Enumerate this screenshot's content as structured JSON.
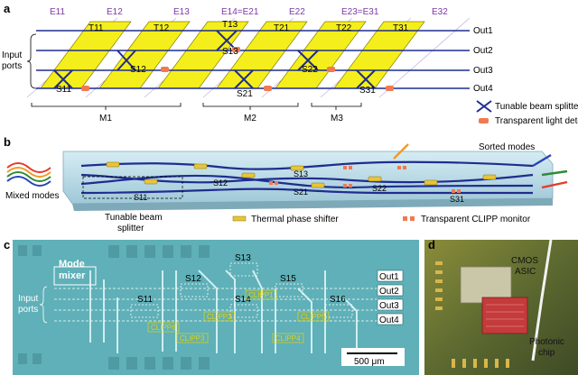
{
  "panel_a": {
    "letter": "a",
    "e_labels": [
      "E11",
      "E12",
      "E13",
      "E14=E21",
      "E22",
      "E23=E31",
      "E32"
    ],
    "t_labels": [
      "T11",
      "T12",
      "T13",
      "T21",
      "T22",
      "T31"
    ],
    "s_labels": [
      "S11",
      "S12",
      "S13",
      "S21",
      "S22",
      "S31"
    ],
    "outputs": [
      "Out1",
      "Out2",
      "Out3",
      "Out4"
    ],
    "input_label": [
      "Input",
      "ports"
    ],
    "m_labels": [
      "M1",
      "M2",
      "M3"
    ],
    "legend_splitter": "Tunable beam splitter",
    "legend_detector": "Transparent light detector"
  },
  "panel_b": {
    "letter": "b",
    "mixed_modes": "Mixed modes",
    "sorted_modes": "Sorted modes",
    "s_labels": [
      "S11",
      "S12",
      "S13",
      "S21",
      "S22",
      "S31"
    ],
    "splitter_caption": [
      "Tunable beam",
      "splitter"
    ],
    "legend_heater": "Thermal phase shifter",
    "legend_clipp": "Transparent CLIPP monitor"
  },
  "panel_c": {
    "letter": "c",
    "mode_mixer": [
      "Mode",
      "mixer"
    ],
    "input_label": [
      "Input",
      "ports"
    ],
    "s_labels": [
      "S11",
      "S12",
      "S13",
      "S14",
      "S15",
      "S16"
    ],
    "outputs": [
      "Out1",
      "Out2",
      "Out3",
      "Out4"
    ],
    "clipp_labels": [
      "CLIPP1",
      "CLIPP2",
      "CLIPP3",
      "CLIPP4",
      "CLIPP5",
      "CLIPP6"
    ],
    "scale_bar": "500 μm"
  },
  "panel_d": {
    "letter": "d",
    "asic": [
      "CMOS",
      "ASIC"
    ],
    "chip": [
      "Photonic",
      "chip"
    ]
  },
  "colors": {
    "plate": "#f4ee1c",
    "waveguide": "#1f2d8f",
    "detector": "#f07a50",
    "chip_bg": "#5fb0b8",
    "panel_d_bg": "#6f7a3c"
  }
}
